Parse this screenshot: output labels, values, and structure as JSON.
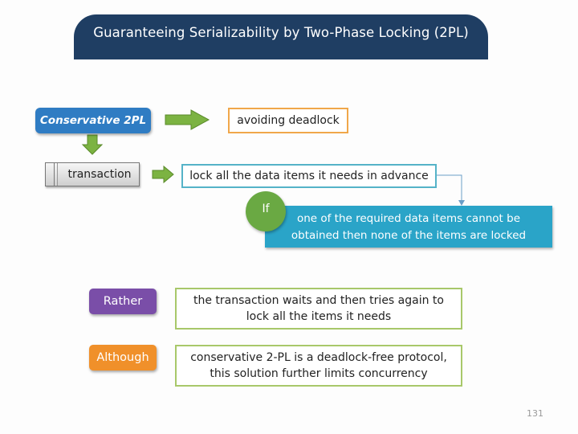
{
  "slide": {
    "title": "Guaranteeing Serializability by Two-Phase Locking (2PL)",
    "conservative_label": "Conservative 2PL",
    "avoid_text": "avoiding deadlock",
    "transaction_label": "transaction",
    "lock_all_text": "lock all the data items it needs in advance",
    "if_label": "If",
    "if_text_line1": "one of the required data items cannot be",
    "if_text_line2": "obtained then none of the items are locked",
    "rather_label": "Rather",
    "rather_text_line1": "the transaction waits and then tries again to",
    "rather_text_line2": "lock all the items it needs",
    "although_label": "Although",
    "although_text_line1": "conservative 2-PL is a deadlock-free protocol,",
    "although_text_line2": "this solution further limits concurrency",
    "page_number": "131"
  },
  "colors": {
    "title_bg": "#1f3e63",
    "conservative_bg": "#2f7cc3",
    "arrow_green": "#7cb342",
    "avoid_border": "#f0a74a",
    "lock_border": "#55b3c8",
    "if_box_bg": "#2aa4c8",
    "if_circle_bg": "#6aa943",
    "rather_bg": "#7a4ea8",
    "although_bg": "#f0902a",
    "box_border": "#a8c86a"
  }
}
